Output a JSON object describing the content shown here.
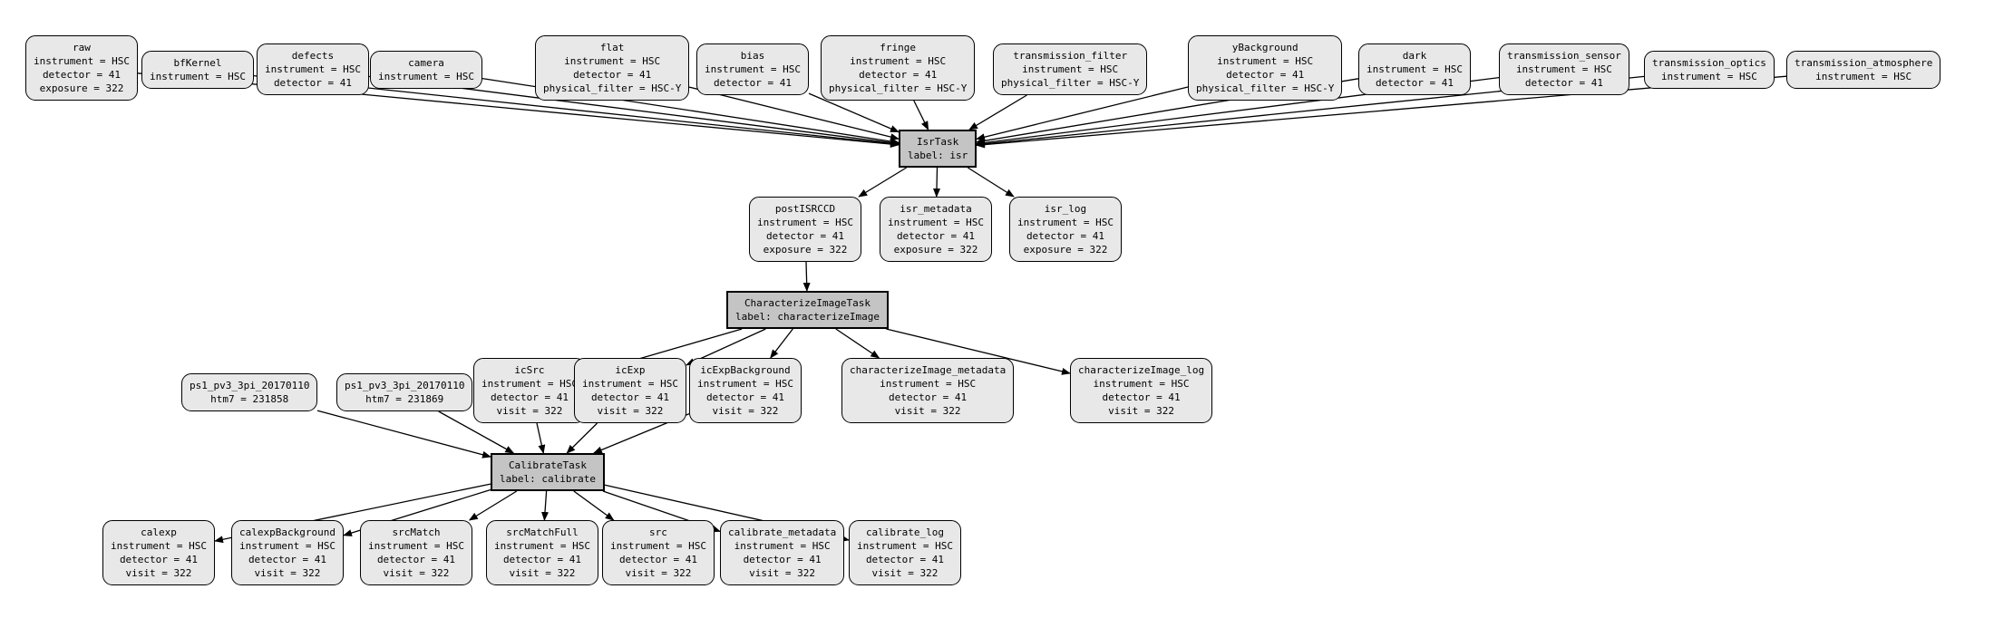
{
  "diagram": {
    "colors": {
      "background": "#ffffff",
      "dataset_fill": "#e8e8e8",
      "task_fill": "#c4c4c4",
      "border": "#000000",
      "edge": "#000000"
    },
    "nodes": [
      {
        "id": "raw",
        "kind": "dataset",
        "lines": [
          "raw",
          "instrument = HSC",
          "detector = 41",
          "exposure = 322"
        ]
      },
      {
        "id": "bfKernel",
        "kind": "dataset",
        "lines": [
          "bfKernel",
          "instrument = HSC"
        ]
      },
      {
        "id": "defects",
        "kind": "dataset",
        "lines": [
          "defects",
          "instrument = HSC",
          "detector = 41"
        ]
      },
      {
        "id": "camera",
        "kind": "dataset",
        "lines": [
          "camera",
          "instrument = HSC"
        ]
      },
      {
        "id": "flat",
        "kind": "dataset",
        "lines": [
          "flat",
          "instrument = HSC",
          "detector = 41",
          "physical_filter = HSC-Y"
        ]
      },
      {
        "id": "bias",
        "kind": "dataset",
        "lines": [
          "bias",
          "instrument = HSC",
          "detector = 41"
        ]
      },
      {
        "id": "fringe",
        "kind": "dataset",
        "lines": [
          "fringe",
          "instrument = HSC",
          "detector = 41",
          "physical_filter = HSC-Y"
        ]
      },
      {
        "id": "transmission_filter",
        "kind": "dataset",
        "lines": [
          "transmission_filter",
          "instrument = HSC",
          "physical_filter = HSC-Y"
        ]
      },
      {
        "id": "yBackground",
        "kind": "dataset",
        "lines": [
          "yBackground",
          "instrument = HSC",
          "detector = 41",
          "physical_filter = HSC-Y"
        ]
      },
      {
        "id": "dark",
        "kind": "dataset",
        "lines": [
          "dark",
          "instrument = HSC",
          "detector = 41"
        ]
      },
      {
        "id": "transmission_sensor",
        "kind": "dataset",
        "lines": [
          "transmission_sensor",
          "instrument = HSC",
          "detector = 41"
        ]
      },
      {
        "id": "transmission_optics",
        "kind": "dataset",
        "lines": [
          "transmission_optics",
          "instrument = HSC"
        ]
      },
      {
        "id": "transmission_atmosphere",
        "kind": "dataset",
        "lines": [
          "transmission_atmosphere",
          "instrument = HSC"
        ]
      },
      {
        "id": "isr",
        "kind": "task",
        "lines": [
          "IsrTask",
          "label: isr"
        ]
      },
      {
        "id": "postISRCCD",
        "kind": "dataset",
        "lines": [
          "postISRCCD",
          "instrument = HSC",
          "detector = 41",
          "exposure = 322"
        ]
      },
      {
        "id": "isr_metadata",
        "kind": "dataset",
        "lines": [
          "isr_metadata",
          "instrument = HSC",
          "detector = 41",
          "exposure = 322"
        ]
      },
      {
        "id": "isr_log",
        "kind": "dataset",
        "lines": [
          "isr_log",
          "instrument = HSC",
          "detector = 41",
          "exposure = 322"
        ]
      },
      {
        "id": "characterizeImage",
        "kind": "task",
        "lines": [
          "CharacterizeImageTask",
          "label: characterizeImage"
        ]
      },
      {
        "id": "icSrc",
        "kind": "dataset",
        "lines": [
          "icSrc",
          "instrument = HSC",
          "detector = 41",
          "visit = 322"
        ]
      },
      {
        "id": "icExp",
        "kind": "dataset",
        "lines": [
          "icExp",
          "instrument = HSC",
          "detector = 41",
          "visit = 322"
        ]
      },
      {
        "id": "icExpBackground",
        "kind": "dataset",
        "lines": [
          "icExpBackground",
          "instrument = HSC",
          "detector = 41",
          "visit = 322"
        ]
      },
      {
        "id": "characterizeImage_metadata",
        "kind": "dataset",
        "lines": [
          "characterizeImage_metadata",
          "instrument = HSC",
          "detector = 41",
          "visit = 322"
        ]
      },
      {
        "id": "characterizeImage_log",
        "kind": "dataset",
        "lines": [
          "characterizeImage_log",
          "instrument = HSC",
          "detector = 41",
          "visit = 322"
        ]
      },
      {
        "id": "ps1_a",
        "kind": "dataset",
        "lines": [
          "ps1_pv3_3pi_20170110",
          "htm7 = 231858"
        ]
      },
      {
        "id": "ps1_b",
        "kind": "dataset",
        "lines": [
          "ps1_pv3_3pi_20170110",
          "htm7 = 231869"
        ]
      },
      {
        "id": "calibrate",
        "kind": "task",
        "lines": [
          "CalibrateTask",
          "label: calibrate"
        ]
      },
      {
        "id": "calexp",
        "kind": "dataset",
        "lines": [
          "calexp",
          "instrument = HSC",
          "detector = 41",
          "visit = 322"
        ]
      },
      {
        "id": "calexpBackground",
        "kind": "dataset",
        "lines": [
          "calexpBackground",
          "instrument = HSC",
          "detector = 41",
          "visit = 322"
        ]
      },
      {
        "id": "srcMatch",
        "kind": "dataset",
        "lines": [
          "srcMatch",
          "instrument = HSC",
          "detector = 41",
          "visit = 322"
        ]
      },
      {
        "id": "srcMatchFull",
        "kind": "dataset",
        "lines": [
          "srcMatchFull",
          "instrument = HSC",
          "detector = 41",
          "visit = 322"
        ]
      },
      {
        "id": "src",
        "kind": "dataset",
        "lines": [
          "src",
          "instrument = HSC",
          "detector = 41",
          "visit = 322"
        ]
      },
      {
        "id": "calibrate_metadata",
        "kind": "dataset",
        "lines": [
          "calibrate_metadata",
          "instrument = HSC",
          "detector = 41",
          "visit = 322"
        ]
      },
      {
        "id": "calibrate_log",
        "kind": "dataset",
        "lines": [
          "calibrate_log",
          "instrument = HSC",
          "detector = 41",
          "visit = 322"
        ]
      }
    ],
    "edges": [
      {
        "from": "raw",
        "to": "isr"
      },
      {
        "from": "bfKernel",
        "to": "isr"
      },
      {
        "from": "defects",
        "to": "isr"
      },
      {
        "from": "camera",
        "to": "isr"
      },
      {
        "from": "flat",
        "to": "isr"
      },
      {
        "from": "bias",
        "to": "isr"
      },
      {
        "from": "fringe",
        "to": "isr"
      },
      {
        "from": "transmission_filter",
        "to": "isr"
      },
      {
        "from": "yBackground",
        "to": "isr"
      },
      {
        "from": "dark",
        "to": "isr"
      },
      {
        "from": "transmission_sensor",
        "to": "isr"
      },
      {
        "from": "transmission_optics",
        "to": "isr"
      },
      {
        "from": "transmission_atmosphere",
        "to": "isr"
      },
      {
        "from": "isr",
        "to": "postISRCCD"
      },
      {
        "from": "isr",
        "to": "isr_metadata"
      },
      {
        "from": "isr",
        "to": "isr_log"
      },
      {
        "from": "postISRCCD",
        "to": "characterizeImage"
      },
      {
        "from": "characterizeImage",
        "to": "icSrc"
      },
      {
        "from": "characterizeImage",
        "to": "icExp"
      },
      {
        "from": "characterizeImage",
        "to": "icExpBackground"
      },
      {
        "from": "characterizeImage",
        "to": "characterizeImage_metadata"
      },
      {
        "from": "characterizeImage",
        "to": "characterizeImage_log"
      },
      {
        "from": "ps1_a",
        "to": "calibrate"
      },
      {
        "from": "ps1_b",
        "to": "calibrate"
      },
      {
        "from": "icSrc",
        "to": "calibrate"
      },
      {
        "from": "icExp",
        "to": "calibrate"
      },
      {
        "from": "icExpBackground",
        "to": "calibrate"
      },
      {
        "from": "calibrate",
        "to": "calexp"
      },
      {
        "from": "calibrate",
        "to": "calexpBackground"
      },
      {
        "from": "calibrate",
        "to": "srcMatch"
      },
      {
        "from": "calibrate",
        "to": "srcMatchFull"
      },
      {
        "from": "calibrate",
        "to": "src"
      },
      {
        "from": "calibrate",
        "to": "calibrate_metadata"
      },
      {
        "from": "calibrate",
        "to": "calibrate_log"
      }
    ]
  }
}
